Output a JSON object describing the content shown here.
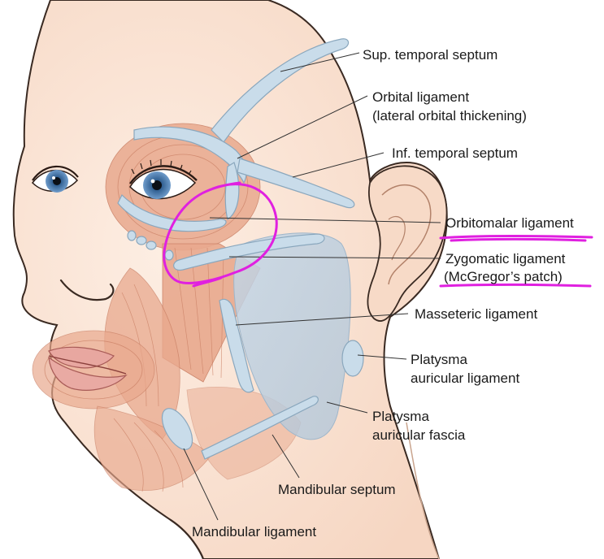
{
  "labels": {
    "sup_temporal_septum": "Sup. temporal septum",
    "orbital_ligament": "Orbital ligament",
    "orbital_ligament_sub": "(lateral orbital thickening)",
    "inf_temporal_septum": "Inf. temporal septum",
    "orbitomalar_ligament": "Orbitomalar ligament",
    "zygomatic_ligament": "Zygomatic ligament",
    "zygomatic_ligament_sub": "(McGregor’s patch)",
    "masseteric_ligament": "Masseteric ligament",
    "platysma_auricular_ligament_1": "Platysma",
    "platysma_auricular_ligament_2": "auricular ligament",
    "platysma_auricular_fascia_1": "Platysma",
    "platysma_auricular_fascia_2": "auricular fascia",
    "mandibular_septum": "Mandibular septum",
    "mandibular_ligament": "Mandibular ligament"
  },
  "colors": {
    "skin": "#fbe6d8",
    "muscle": "#e9a98e",
    "ligament": "#c9dcea",
    "annotation": "#e020e0",
    "iris": "#4a78a8"
  }
}
